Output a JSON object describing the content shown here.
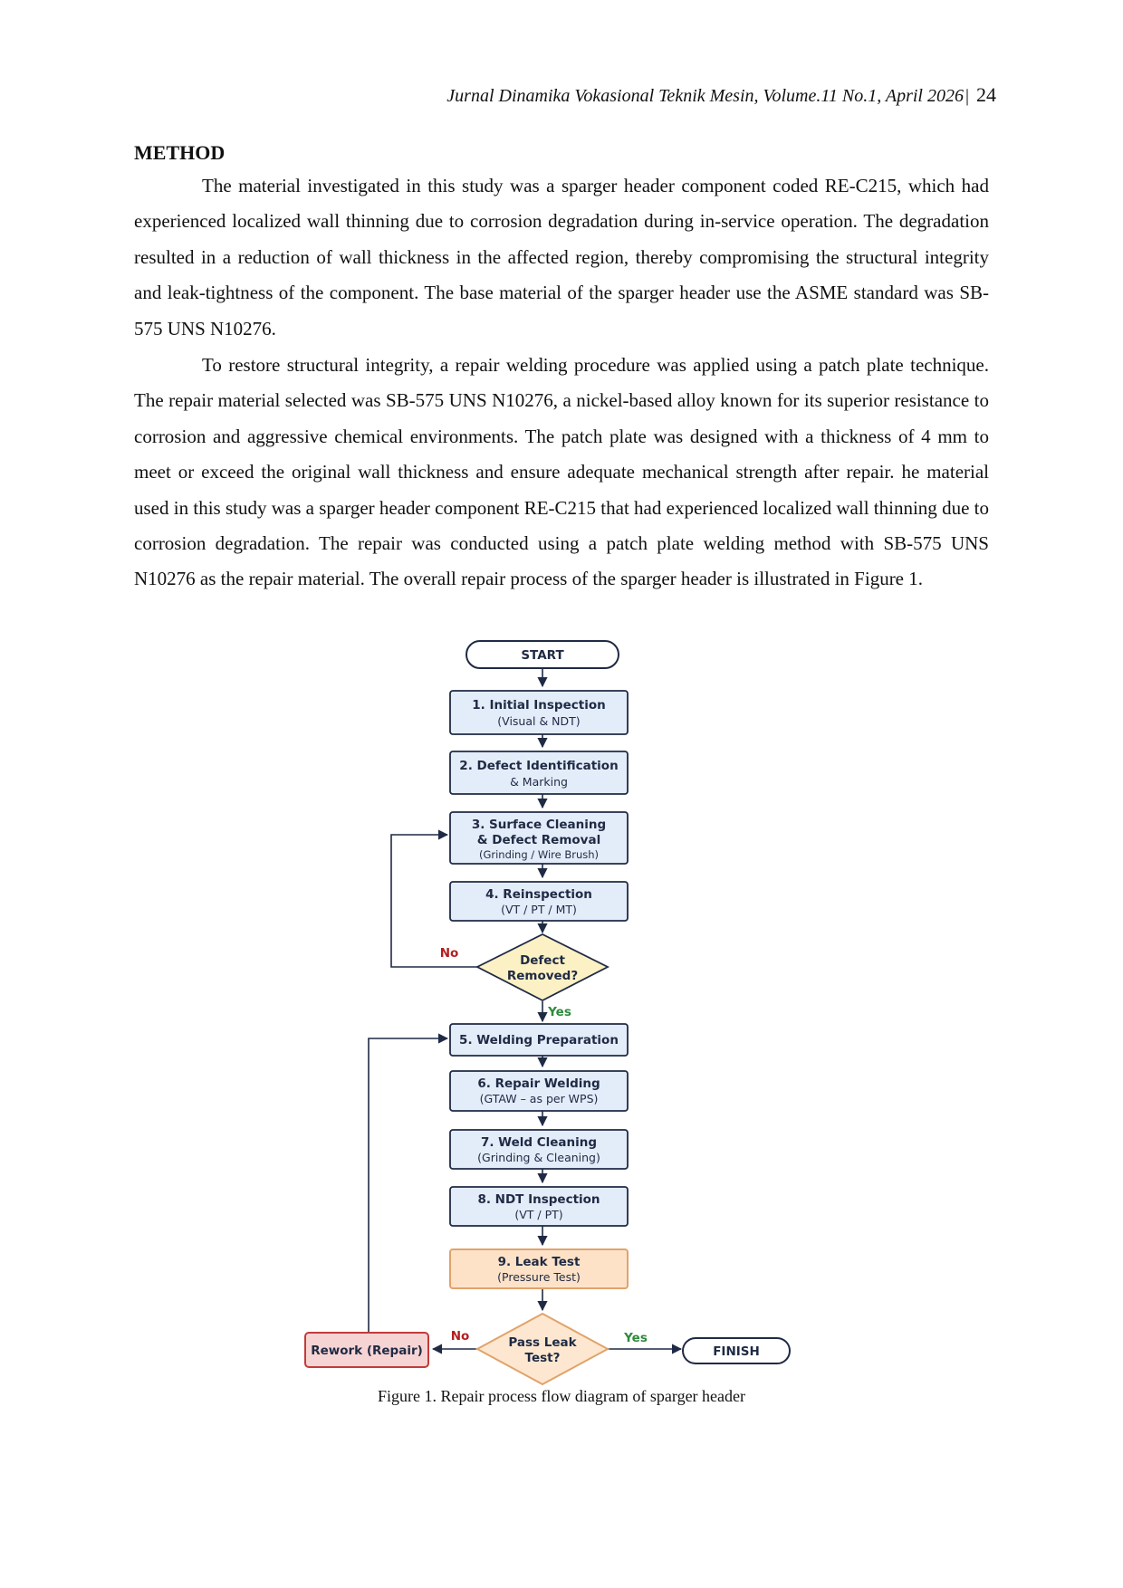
{
  "header": {
    "journal": "Jurnal Dinamika Vokasional Teknik Mesin, Volume.11 No.1, April 2026",
    "separator": "|",
    "page": "24"
  },
  "section": {
    "heading": "METHOD"
  },
  "paragraphs": [
    "The material investigated in this study was a sparger header component coded RE-C215, which had experienced localized wall thinning due to corrosion degradation during in-service operation. The degradation resulted in a reduction of wall thickness in the affected region, thereby compromising the structural integrity and leak-tightness of the component. The base material of the sparger header use the ASME standard was SB-575 UNS N10276.",
    "To restore structural integrity, a repair welding procedure was applied using a patch plate technique. The repair material selected was SB-575 UNS N10276, a nickel-based alloy known for its superior resistance to corrosion and aggressive chemical environments. The patch plate was designed with a thickness of 4 mm to meet or exceed the original wall thickness and ensure adequate mechanical strength after repair. he material used in this study was a sparger header component RE-C215 that had experienced localized wall thinning due to corrosion degradation. The repair was conducted using a patch plate welding method with SB-575 UNS N10276 as the repair material. The overall repair process of the sparger header is illustrated in Figure 1."
  ],
  "flowchart": {
    "start": "START",
    "steps": [
      {
        "title": "1. Initial Inspection",
        "sub": "(Visual & NDT)"
      },
      {
        "title": "2. Defect Identification",
        "sub": "& Marking"
      },
      {
        "title": "3. Surface Cleaning",
        "title2": "& Defect Removal",
        "sub": "(Grinding / Wire Brush)"
      },
      {
        "title": "4. Reinspection",
        "sub": "(VT / PT / MT)"
      },
      {
        "title": "5. Welding Preparation"
      },
      {
        "title": "6. Repair Welding",
        "sub": "(GTAW – as per WPS)"
      },
      {
        "title": "7. Weld Cleaning",
        "sub": "(Grinding & Cleaning)"
      },
      {
        "title": "8. NDT Inspection",
        "sub": "(VT / PT)"
      },
      {
        "title": "9. Leak Test",
        "sub": "(Pressure Test)"
      }
    ],
    "decision1": {
      "line1": "Defect",
      "line2": "Removed?",
      "no": "No",
      "yes": "Yes"
    },
    "decision2": {
      "line1": "Pass Leak",
      "line2": "Test?",
      "no": "No",
      "yes": "Yes"
    },
    "rework": "Rework (Repair)",
    "finish": "FINISH",
    "colors": {
      "process_fill": "#e3ecf9",
      "stroke": "#1f2a44",
      "decision1_fill": "#fcf1c4",
      "leak_fill": "#fde2c8",
      "leak_stroke": "#e0a36a",
      "decision2_fill": "#fde7d0",
      "rework_fill": "#f7d4d4",
      "rework_stroke": "#c23b3b",
      "no_color": "#b41e1e",
      "yes_color": "#2e8b3c"
    }
  },
  "figure": {
    "caption": "Figure 1. Repair process flow diagram of sparger header"
  }
}
